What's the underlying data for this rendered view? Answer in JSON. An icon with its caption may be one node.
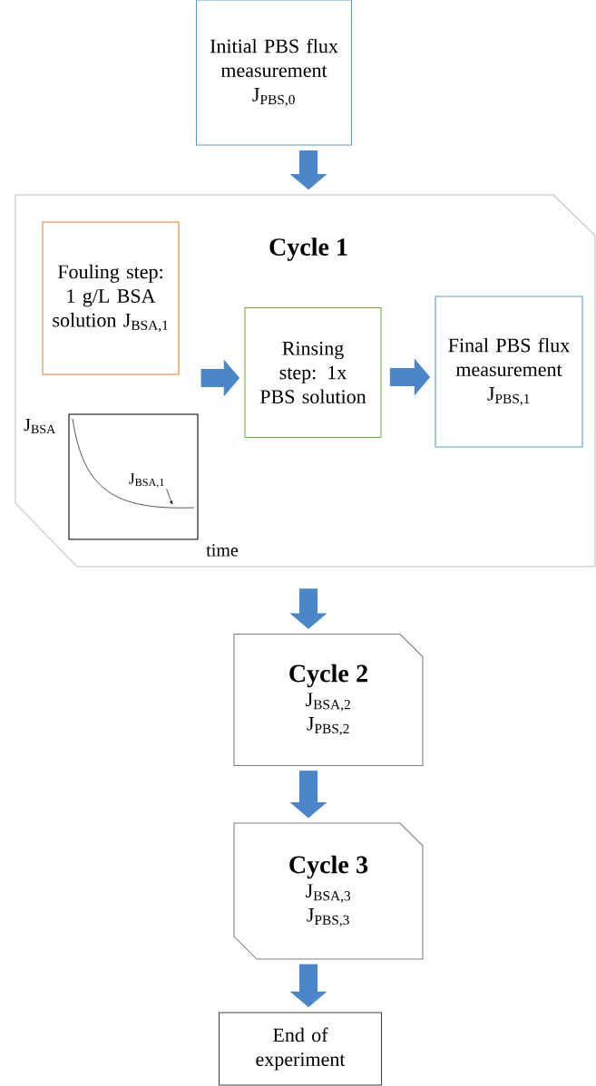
{
  "diagram": {
    "nodes": [
      {
        "text": [
          "Initial PBS flux measurement J$_{PBS,0}$"
        ]
      },
      {
        "text": [
          "Cycle 1"
        ]
      },
      {
        "text": [
          "Fouling step: 1 g/L BSA solution J$_{BSA,1}$"
        ],
        "in": 1
      },
      {
        "text": [
          "Rinsing step: 1x PBS solution"
        ],
        "in": 1
      },
      {
        "text": [
          "Final PBS flux measurement J$_{PBS,1}$"
        ],
        "in": 1
      },
      {
        "text": [
          "J$_{BSA,1}$"
        ],
        "in": 1
      },
      {
        "text": [
          "Cycle 2",
          "J$_{BSA,2}$",
          "J$_{PBS,2}$"
        ]
      },
      {
        "text": [
          "Cycle 3",
          "J$_{BSA,3}$",
          "J$_{PBS,3}$"
        ]
      },
      {
        "text": [
          "End of experiment"
        ]
      }
    ],
    "edges": [
      {
        "from": 0,
        "to": 1,
        "arrow": "to"
      },
      {
        "from": 2,
        "to": 3,
        "arrow": "to"
      },
      {
        "from": 3,
        "to": 4,
        "arrow": "to"
      },
      {
        "from": 1,
        "to": 6,
        "arrow": "to"
      },
      {
        "from": 6,
        "to": 7,
        "arrow": "to"
      },
      {
        "from": 7,
        "to": 8,
        "arrow": "to"
      },
      {
        "from": 5,
        "to": null,
        "arrow": "to",
        "color": "#000000"
      }
    ],
    "labels": [
      "J$_{BSA}$",
      "time"
    ]
  }
}
